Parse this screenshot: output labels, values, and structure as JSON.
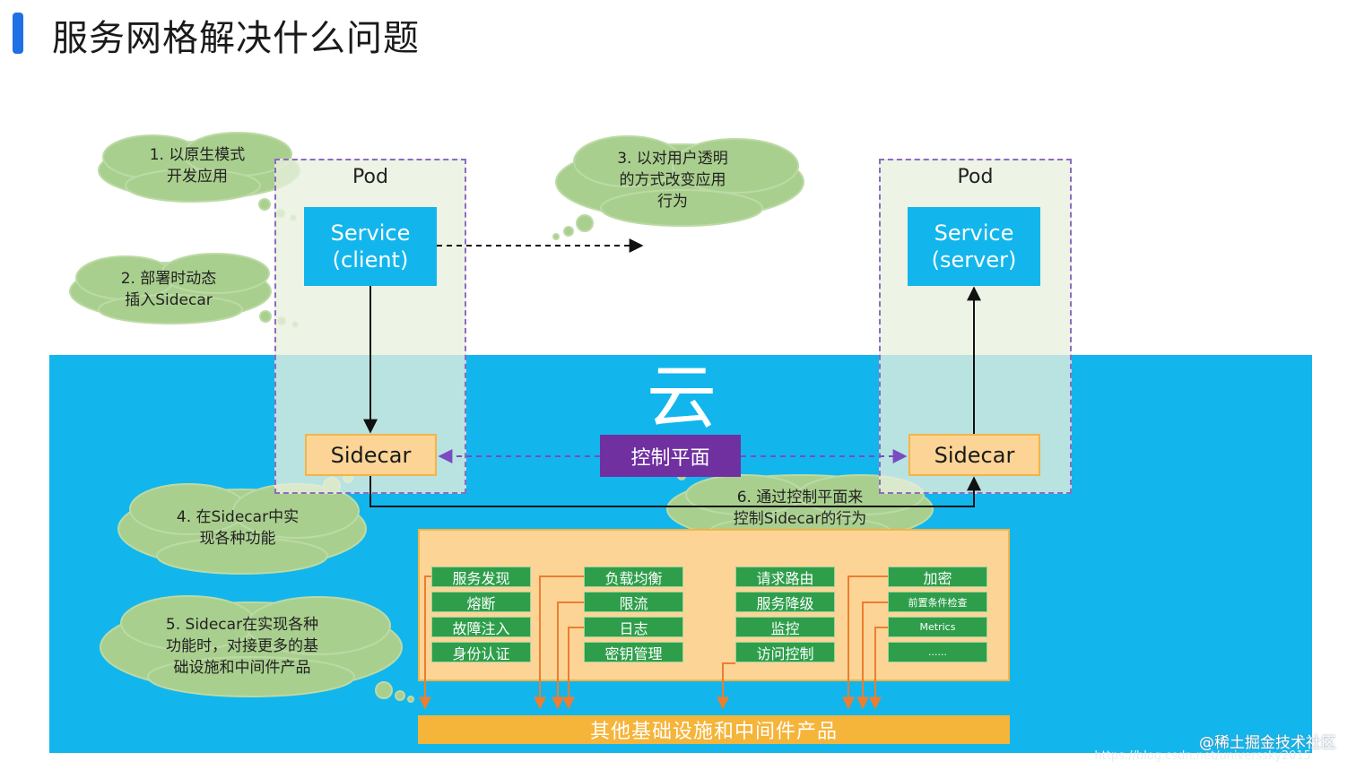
{
  "title": "服务网格解决什么问题",
  "cloud_label": "云",
  "pods": {
    "left": {
      "label": "Pod",
      "service_line1": "Service",
      "service_line2": "(client)",
      "sidecar": "Sidecar"
    },
    "right": {
      "label": "Pod",
      "service_line1": "Service",
      "service_line2": "(server)",
      "sidecar": "Sidecar"
    }
  },
  "control_plane": "控制平面",
  "bubbles": [
    {
      "line1": "1. 以原生模式",
      "line2": "开发应用"
    },
    {
      "line1": "2. 部署时动态",
      "line2": "插入Sidecar"
    },
    {
      "line1": "3. 以对用户透明",
      "line2": "的方式改变应用",
      "line3": "行为"
    },
    {
      "line1": "4. 在Sidecar中实",
      "line2": "现各种功能"
    },
    {
      "line1": "5. Sidecar在实现各种",
      "line2": "功能时，对接更多的基",
      "line3": "础设施和中间件产品"
    },
    {
      "line1": "6. 通过控制平面来",
      "line2": "控制Sidecar的行为"
    }
  ],
  "functions": {
    "col1": [
      "服务发现",
      "熔断",
      "故障注入",
      "身份认证"
    ],
    "col2": [
      "负载均衡",
      "限流",
      "日志",
      "密钥管理"
    ],
    "col3": [
      "请求路由",
      "服务降级",
      "监控",
      "访问控制"
    ],
    "col4": [
      "加密",
      "前置条件检查",
      "Metrics",
      "......"
    ]
  },
  "infra_bar": "其他基础设施和中间件产品",
  "watermark": "@稀土掘金技术社区",
  "watermark_url": "https://blog.csdn.net/universsky2015",
  "colors": {
    "title_accent": "#1f6fe5",
    "cloud": "#12b6ec",
    "control_plane": "#7030a0",
    "sidecar": "#fcd596",
    "function_item": "#2e9e4a",
    "infra_bar": "#f5b43a",
    "bubble": "#a9cf8e",
    "pod_border": "#8e6bc2",
    "arrow_orange": "#ed7d31"
  }
}
